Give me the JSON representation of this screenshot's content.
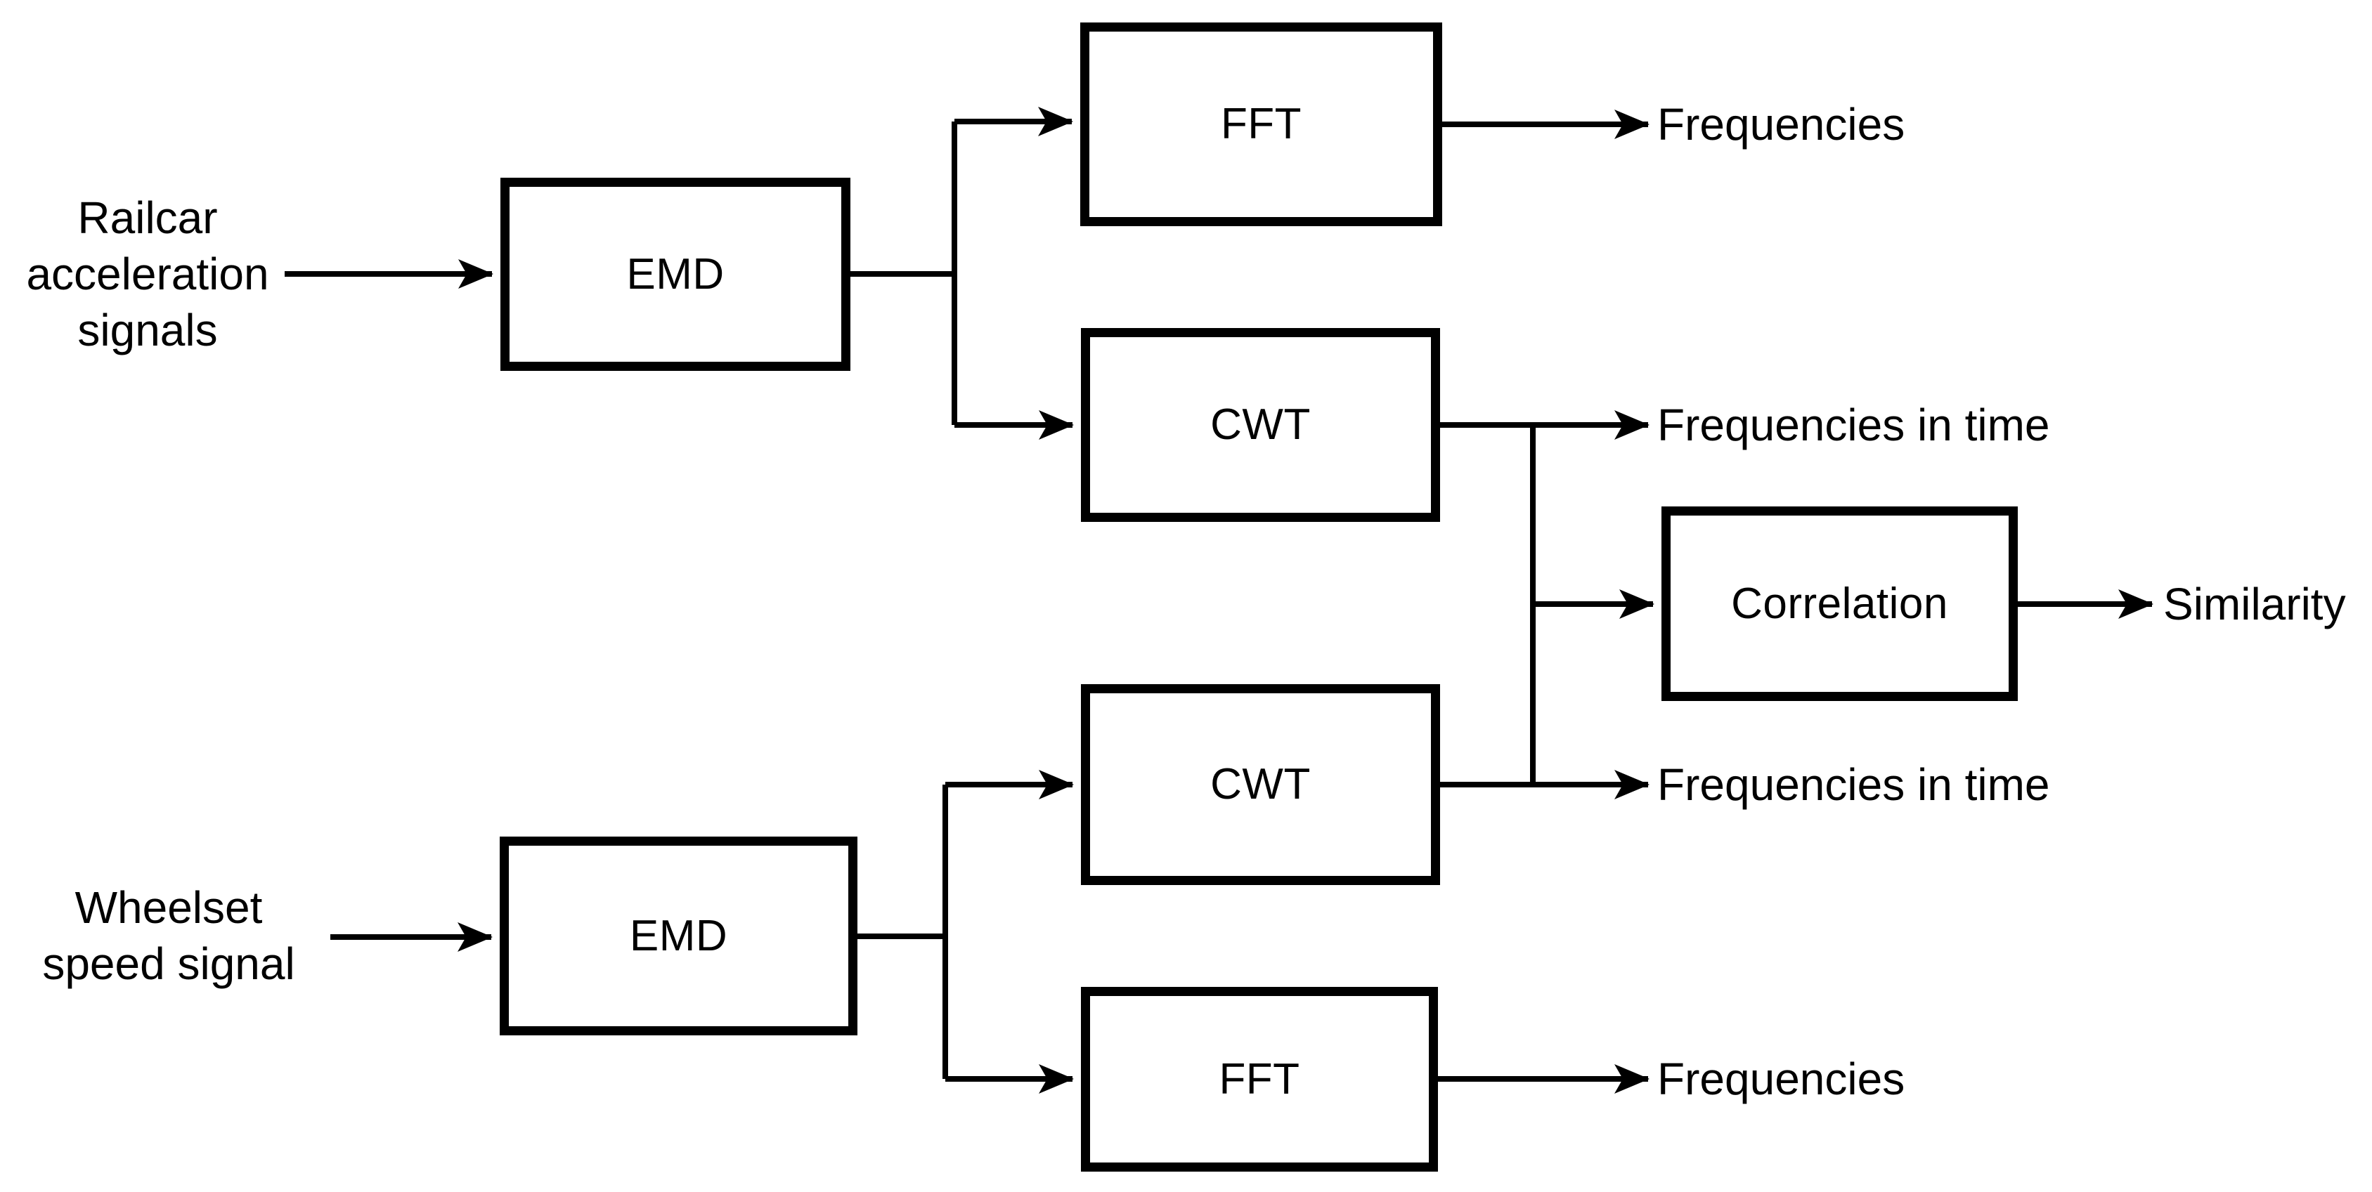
{
  "diagram": {
    "colors": {
      "line": "#000000",
      "background": "#ffffff",
      "box_fill": "#ffffff"
    },
    "nodes": {
      "emd_top": "EMD",
      "fft_top": "FFT",
      "cwt_top": "CWT",
      "correlation": "Correlation",
      "cwt_bottom": "CWT",
      "emd_bottom": "EMD",
      "fft_bottom": "FFT"
    },
    "inputs": {
      "railcar": "Railcar\nacceleration\nsignals",
      "wheelset": "Wheelset\nspeed signal"
    },
    "outputs": {
      "frequencies_top": "Frequencies",
      "frequencies_in_time_top": "Frequencies in time",
      "similarity": "Similarity",
      "frequencies_in_time_bottom": "Frequencies in time",
      "frequencies_bottom": "Frequencies"
    }
  }
}
